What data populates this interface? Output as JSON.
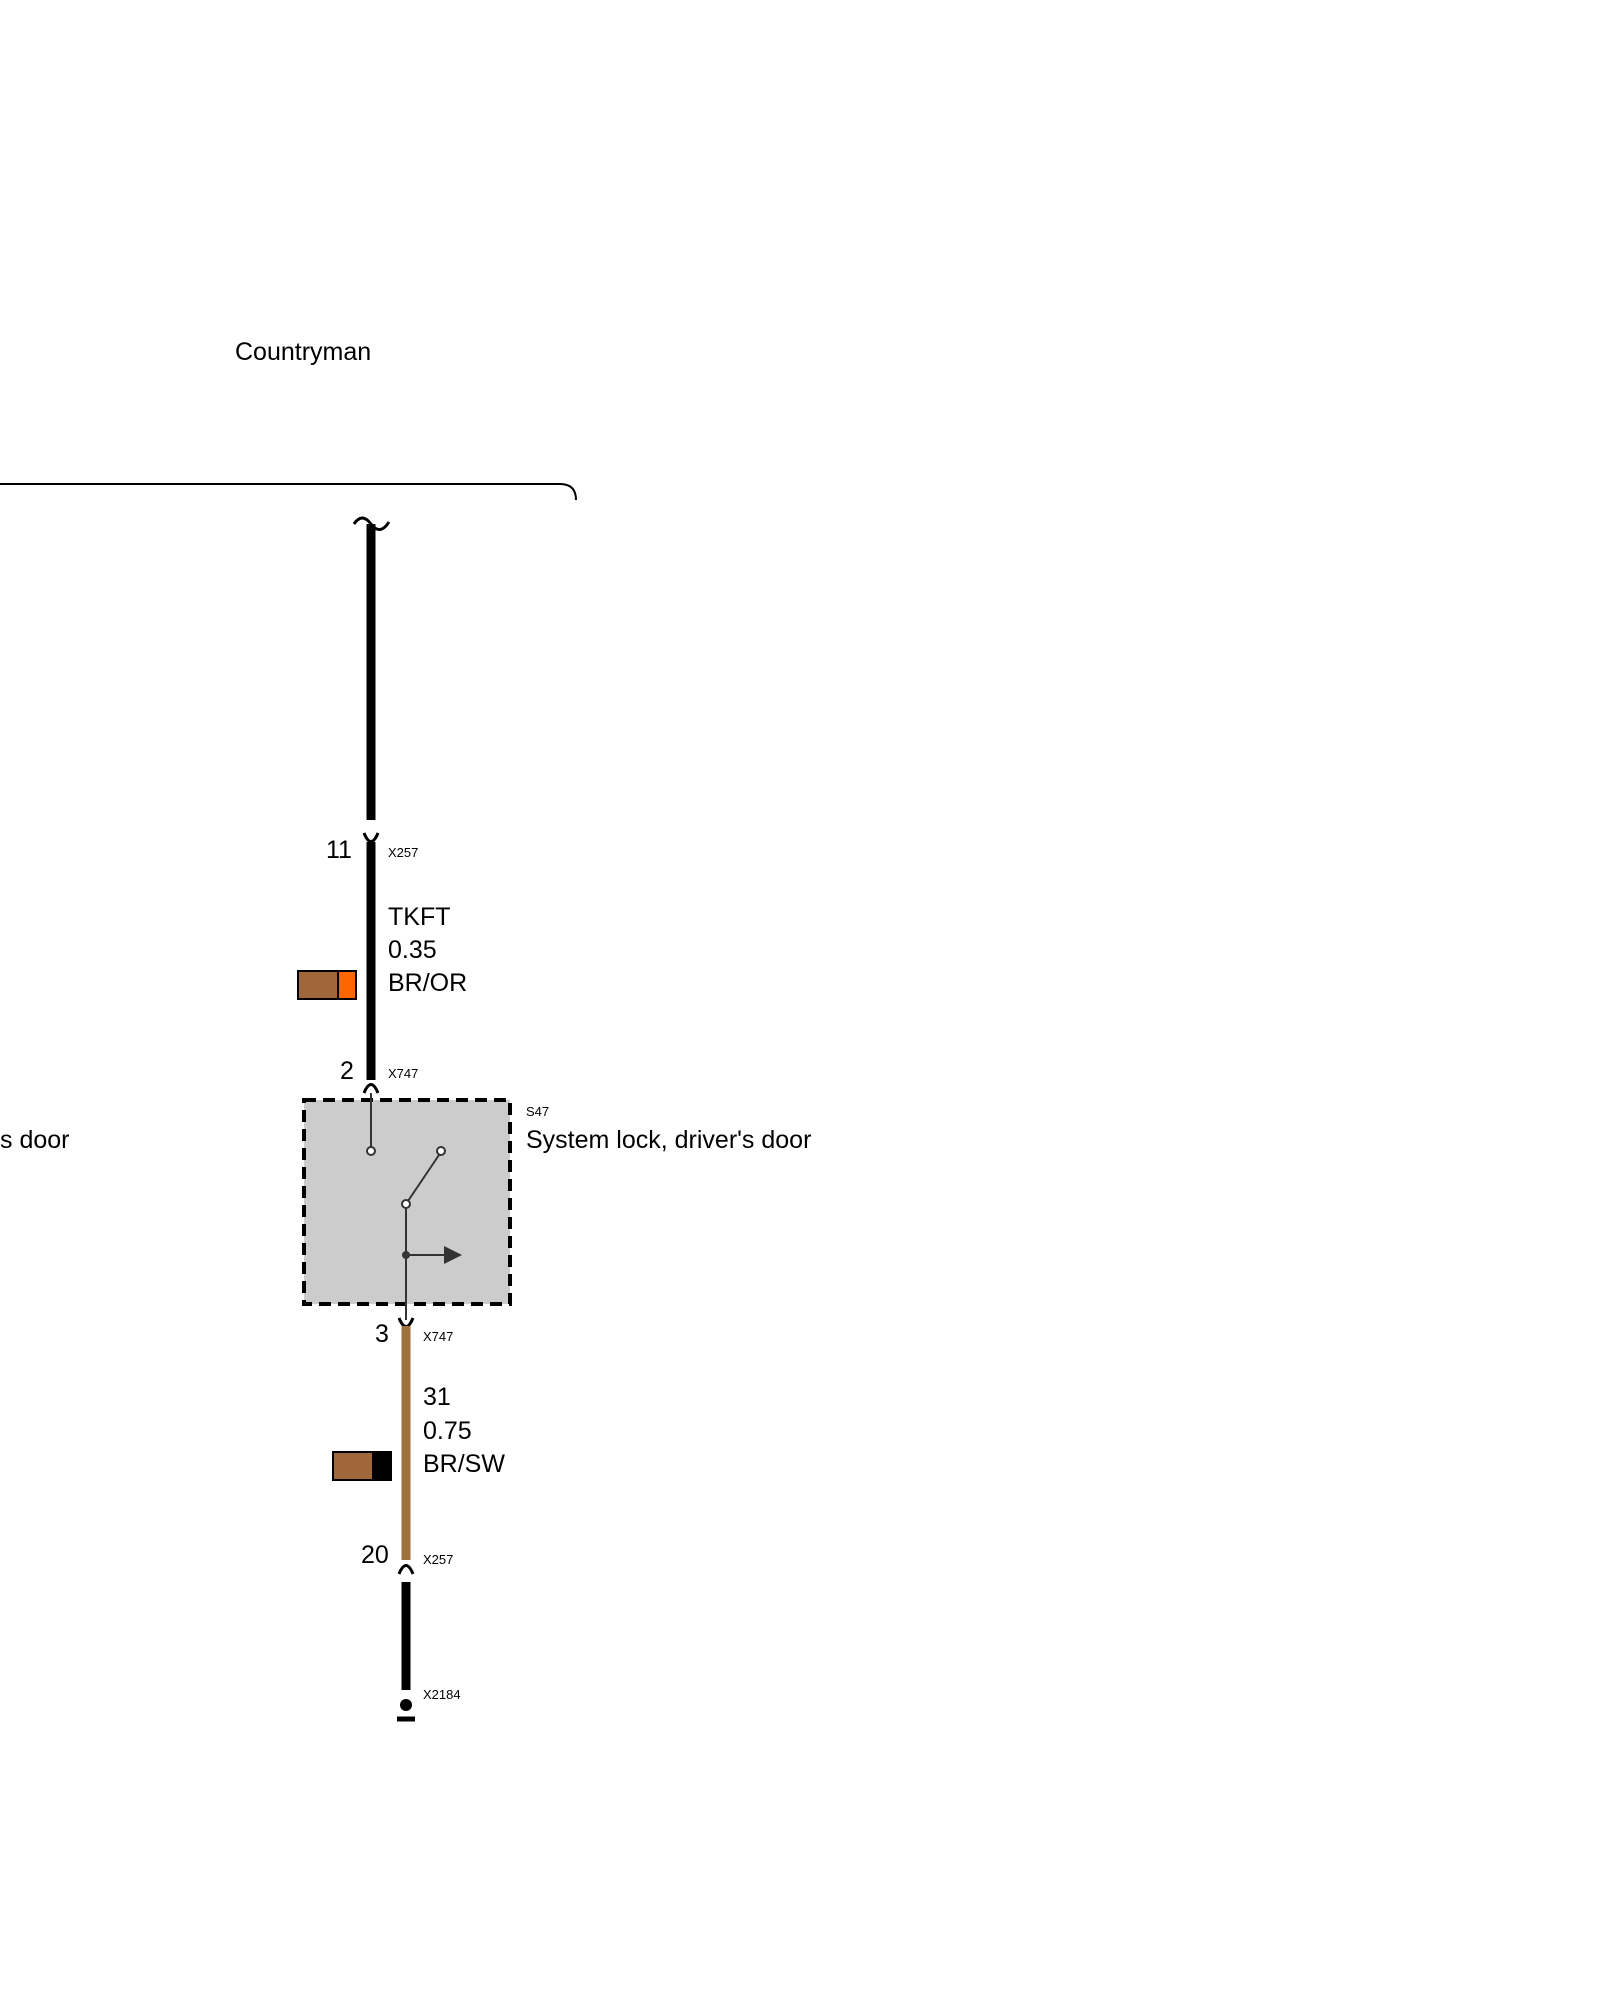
{
  "variant_label": "Countryman",
  "left_cutoff_label": "s door",
  "component": {
    "id": "S47",
    "name": "System lock, driver's door",
    "fill": "#cccccc"
  },
  "connectors": {
    "top": {
      "pin": "11",
      "name": "X257"
    },
    "comp_in": {
      "pin": "2",
      "name": "X747"
    },
    "comp_out": {
      "pin": "3",
      "name": "X747"
    },
    "bottom": {
      "pin": "20",
      "name": "X257"
    },
    "ground": {
      "name": "X2184"
    }
  },
  "wires": [
    {
      "signal": "TKFT",
      "gauge": "0.35",
      "color_code": "BR/OR",
      "colors": [
        "#a0673a",
        "#ff6600"
      ]
    },
    {
      "signal": "31",
      "gauge": "0.75",
      "color_code": "BR/SW",
      "colors": [
        "#a0673a",
        "#000000"
      ]
    }
  ],
  "colors": {
    "brown_wire": "#a0703f",
    "black_wire": "#000000"
  }
}
